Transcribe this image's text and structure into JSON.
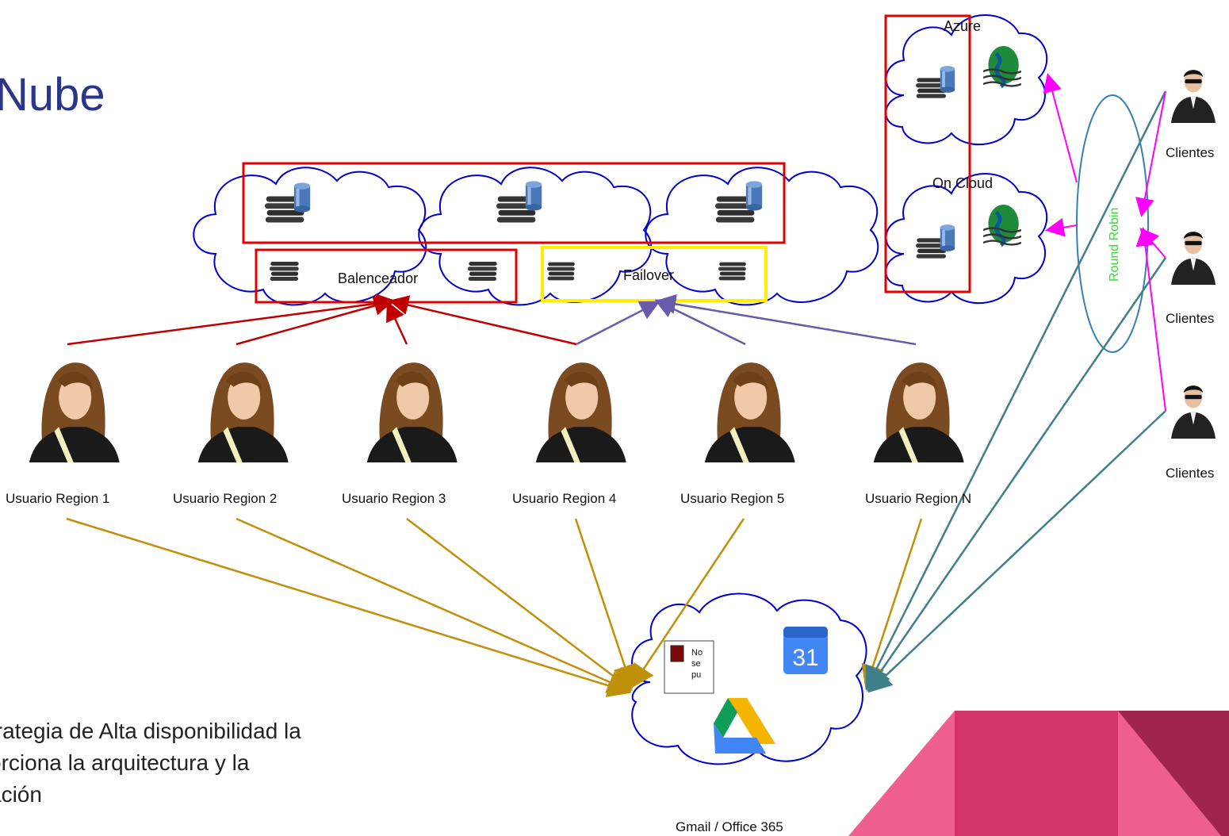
{
  "slide": {
    "title": "Nube",
    "body_lines": [
      "trategia de Alta disponibilidad la",
      "orciona la arquitectura y la",
      "ación"
    ]
  },
  "clouds": {
    "balancer_label": "Balenceador",
    "failover_label": "Failover",
    "azure_label": "Azure",
    "oncloud_label": "On Cloud",
    "round_robin_label": "Round Robin",
    "saas_label": "Gmail / Office 365",
    "broken_image_text": "No se pu",
    "calendar_number": "31"
  },
  "users": [
    {
      "label": "Usuario Region 1"
    },
    {
      "label": "Usuario Region 2"
    },
    {
      "label": "Usuario Region 3"
    },
    {
      "label": "Usuario Region 4"
    },
    {
      "label": "Usuario Region 5"
    },
    {
      "label": "Usuario Region N"
    }
  ],
  "clients": [
    {
      "label": "Clientes"
    },
    {
      "label": "Clientes"
    },
    {
      "label": "Clientes"
    }
  ],
  "colors": {
    "title": "#2b3688",
    "cloud_stroke": "#0000cc",
    "red_box": "#e00000",
    "yellow_box": "#ffee00",
    "arrow_red": "#c00000",
    "arrow_purple": "#6a5aaa",
    "arrow_gold": "#c0900a",
    "arrow_teal": "#3f7f8a",
    "arrow_magenta": "#ff00ff",
    "round_robin": "#3a7fb0",
    "round_robin_text": "#33dd33",
    "deco_pink": "#ee5f90",
    "deco_magenta": "#d13466",
    "deco_dark": "#a02450"
  },
  "icons": {
    "server": "server-stack-icon",
    "database": "database-cylinder-icon",
    "globe": "globe-icon",
    "user_woman": "woman-avatar-icon",
    "client_man": "man-avatar-icon",
    "calendar": "google-calendar-icon",
    "drive": "google-drive-icon",
    "broken": "broken-image-icon"
  }
}
